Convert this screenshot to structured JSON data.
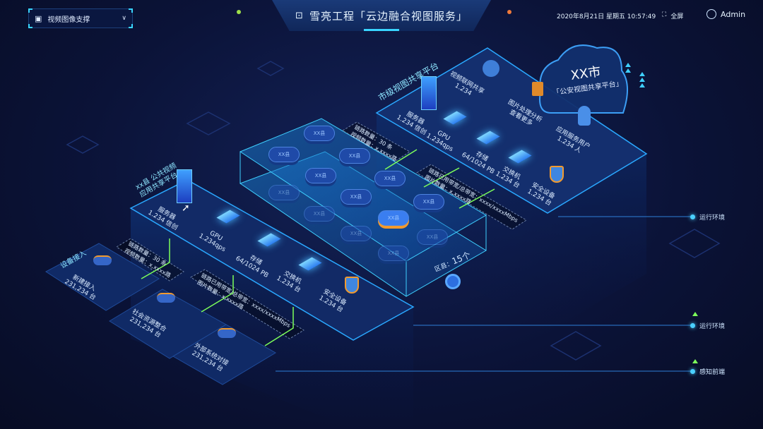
{
  "header": {
    "selector_label": "视频图像支撑",
    "title": "雪亮工程「云边融合视图服务」",
    "datetime": "2020年8月21日 星期五 10:57:49",
    "fullscreen_label": "全屏",
    "user": "Admin"
  },
  "cloud_badge": {
    "line1": "XX市",
    "line2": "「公安视图共享平台」"
  },
  "city_platform": {
    "title": "市级视图共享平台",
    "items": [
      {
        "name": "服务器",
        "value": "1.234 信创"
      },
      {
        "name": "GPU",
        "value": "1.234qps"
      },
      {
        "name": "存储",
        "value": "64/1024 PB"
      },
      {
        "name": "交换机",
        "value": "1.234 台"
      },
      {
        "name": "安全设备",
        "value": "1.234 台"
      },
      {
        "name": "视频联网共享",
        "value": "1.234"
      },
      {
        "name": "图片处理分析",
        "value": "查看更多"
      },
      {
        "name": "应用服务用户",
        "value": "1.234 人"
      }
    ]
  },
  "edge_layer": {
    "cloud_label": "XX县",
    "district_label": "区县：",
    "district_count": "15个"
  },
  "county_platform": {
    "title_line1": "xx县 公共视频",
    "title_line2": "应用共享平台",
    "items": [
      {
        "name": "服务器",
        "value": "1.234 信创"
      },
      {
        "name": "GPU",
        "value": "1.234qps"
      },
      {
        "name": "存储",
        "value": "64/1024 PB"
      },
      {
        "name": "交换机",
        "value": "1.234 台"
      },
      {
        "name": "安全设备",
        "value": "1.234 台"
      }
    ]
  },
  "links": {
    "link_count": "链路数量：30 条",
    "video_count": "视频数量：x,xxxx路",
    "bandwidth": "链路已用带宽/总带宽：xxxx/xxxxMbps",
    "image_count": "图片数量：x,xxxx路"
  },
  "devices": {
    "title": "设备接入",
    "items": [
      {
        "name": "新建接入",
        "value": "231,234 台"
      },
      {
        "name": "社会资源整合",
        "value": "231,234 台"
      },
      {
        "name": "外部系统对接",
        "value": "231,234 台"
      }
    ]
  },
  "side_labels": [
    "运行环境",
    "运行环境",
    "感知前端"
  ],
  "colors": {
    "accent": "#39d5ff",
    "background": "#0b1338",
    "highlight": "#f29a2e",
    "link": "#7dff5a"
  }
}
